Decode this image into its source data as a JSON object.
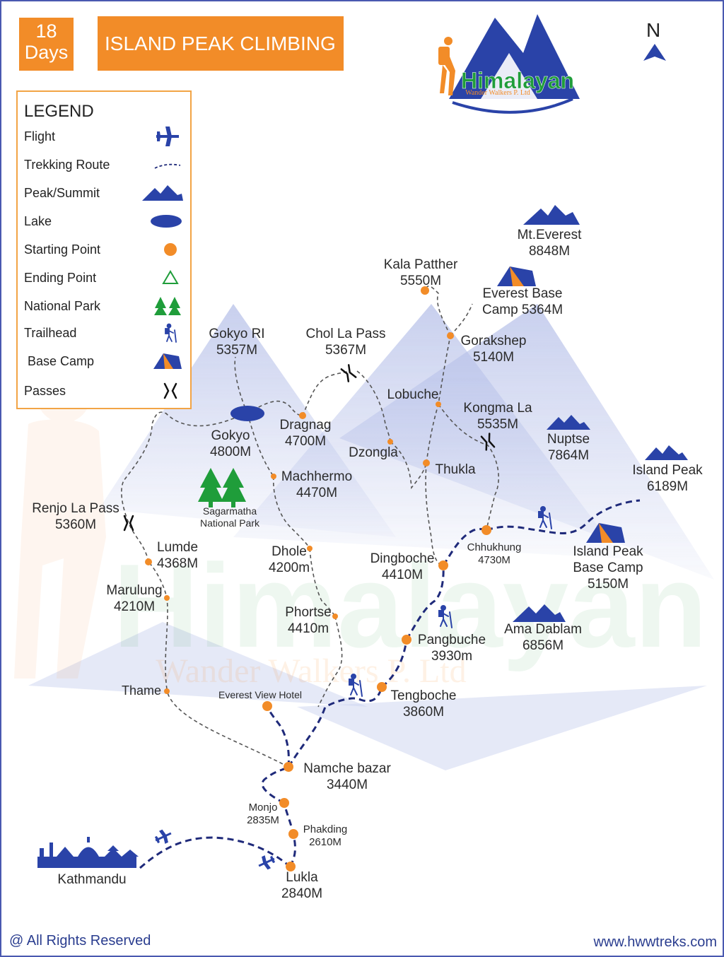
{
  "header": {
    "days_number": "18",
    "days_label": "Days",
    "title": "ISLAND PEAK CLIMBING",
    "north": "N"
  },
  "brand": {
    "name": "Himalayan",
    "tagline": "Wander Walkers P. Ltd",
    "watermark_name": "Himalayan",
    "watermark_tagline": "Wander Walkers P. Ltd"
  },
  "legend": {
    "title": "LEGEND",
    "items": [
      {
        "label": "Flight",
        "icon": "airplane-icon"
      },
      {
        "label": "Trekking Route",
        "icon": "dashed-route-icon"
      },
      {
        "label": "Peak/Summit",
        "icon": "mountain-icon"
      },
      {
        "label": "Lake",
        "icon": "lake-icon"
      },
      {
        "label": "Starting Point",
        "icon": "orange-dot-icon"
      },
      {
        "label": "Ending Point",
        "icon": "triangle-outline-icon"
      },
      {
        "label": "National Park",
        "icon": "trees-icon"
      },
      {
        "label": "Trailhead",
        "icon": "hiker-icon"
      },
      {
        "label": "Base Camp",
        "icon": "tent-icon"
      },
      {
        "label": "Passes",
        "icon": "pass-icon"
      }
    ]
  },
  "places": {
    "mt_everest": {
      "name": "Mt.Everest",
      "alt": "8848M"
    },
    "kala_patther": {
      "name": "Kala Patther",
      "alt": "5550M"
    },
    "everest_bc": {
      "name": "Everest Base",
      "alt": "Camp 5364M"
    },
    "gorakshep": {
      "name": "Gorakshep",
      "alt": "5140M"
    },
    "gokyo_ri": {
      "name": "Gokyo RI",
      "alt": "5357M"
    },
    "chol_la": {
      "name": "Chol La Pass",
      "alt": "5367M"
    },
    "lobuche": {
      "name": "Lobuche",
      "alt": ""
    },
    "kongma_la": {
      "name": "Kongma La",
      "alt": "5535M"
    },
    "nuptse": {
      "name": "Nuptse",
      "alt": "7864M"
    },
    "island_peak": {
      "name": "Island Peak",
      "alt": "6189M"
    },
    "gokyo": {
      "name": "Gokyo",
      "alt": "4800M"
    },
    "dragnag": {
      "name": "Dragnag",
      "alt": "4700M"
    },
    "dzongla": {
      "name": "Dzongla",
      "alt": ""
    },
    "thukla": {
      "name": "Thukla",
      "alt": ""
    },
    "machhermo": {
      "name": "Machhermo",
      "alt": "4470M"
    },
    "sagarmatha": {
      "name": "Sagarmatha",
      "alt": "National Park"
    },
    "renjo_la": {
      "name": "Renjo La Pass",
      "alt": "5360M"
    },
    "lumde": {
      "name": "Lumde",
      "alt": "4368M"
    },
    "dhole": {
      "name": "Dhole",
      "alt": "4200m"
    },
    "dingboche": {
      "name": "Dingboche",
      "alt": "4410M"
    },
    "chhukhung": {
      "name": "Chhukhung",
      "alt": "4730M"
    },
    "island_bc": {
      "name": "Island Peak",
      "name2": "Base Camp",
      "alt": "5150M"
    },
    "marulung": {
      "name": "Marulung",
      "alt": "4210M"
    },
    "phortse": {
      "name": "Phortse",
      "alt": "4410m"
    },
    "pangbuche": {
      "name": "Pangbuche",
      "alt": "3930m"
    },
    "ama_dablam": {
      "name": "Ama Dablam",
      "alt": "6856M"
    },
    "thame": {
      "name": "Thame",
      "alt": ""
    },
    "everest_view": {
      "name": "Everest View Hotel",
      "alt": ""
    },
    "tengboche": {
      "name": "Tengboche",
      "alt": "3860M"
    },
    "namche": {
      "name": "Namche bazar",
      "alt": "3440M"
    },
    "monjo": {
      "name": "Monjo",
      "alt": "2835M"
    },
    "phakding": {
      "name": "Phakding",
      "alt": "2610M"
    },
    "kathmandu": {
      "name": "Kathmandu",
      "alt": ""
    },
    "lukla": {
      "name": "Lukla",
      "alt": "2840M"
    }
  },
  "footer": {
    "copyright": "@ All Rights Reserved",
    "website": "www.hwwtreks.com"
  },
  "colors": {
    "orange": "#f28c28",
    "navy": "#1f2a7a",
    "mountain_blue": "#2a43a8",
    "green": "#1f9d3a",
    "label_text": "#2b2b2b"
  }
}
